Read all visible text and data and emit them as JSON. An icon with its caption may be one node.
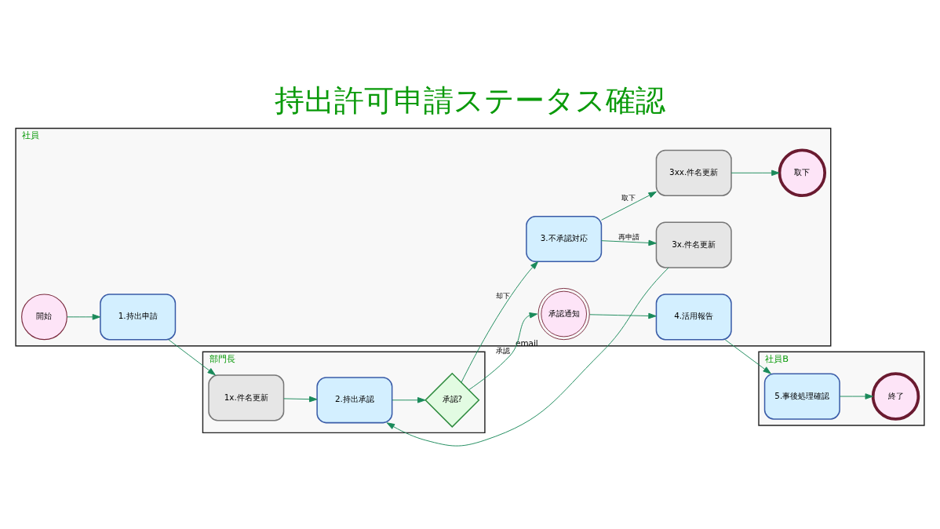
{
  "diagram": {
    "title": "持出許可申請ステータス確認",
    "nodes": [
      {
        "text": [
          "社員"
        ]
      },
      {
        "text": [
          "部門長"
        ]
      },
      {
        "text": [
          "社員B"
        ]
      },
      {
        "text": [
          "開始"
        ],
        "in": 0
      },
      {
        "text": [
          "1.持出申請"
        ],
        "in": 0
      },
      {
        "text": [
          "3x.件名更新"
        ],
        "in": 0
      },
      {
        "text": [
          "3.不承認対応"
        ],
        "in": 0
      },
      {
        "text": [
          "3xx.件名更新"
        ],
        "in": 0
      },
      {
        "text": [
          "取下"
        ],
        "in": 0
      },
      {
        "text": [
          "承認通知"
        ],
        "in": 0,
        "beside": [
          "email"
        ]
      },
      {
        "text": [
          "4.活用報告"
        ],
        "in": 0
      },
      {
        "text": [
          "1x.件名更新"
        ],
        "in": 1
      },
      {
        "text": [
          "2.持出承認"
        ],
        "in": 1
      },
      {
        "text": [
          "承認?"
        ],
        "in": 1
      },
      {
        "text": [
          "5.事後処理確認"
        ],
        "in": 2
      },
      {
        "text": [
          "終了"
        ],
        "in": 2
      }
    ],
    "edges": [
      {
        "from": 3,
        "to": 4,
        "arrow": "to"
      },
      {
        "from": 4,
        "to": 11,
        "arrow": "to"
      },
      {
        "from": 11,
        "to": 12,
        "arrow": "to"
      },
      {
        "from": 5,
        "to": 12,
        "arrow": "to"
      },
      {
        "from": 12,
        "to": 13,
        "arrow": "to"
      },
      {
        "from": 13,
        "to": 6,
        "label": "却下",
        "arrow": "to"
      },
      {
        "from": 6,
        "to": 5,
        "label": "再申請",
        "arrow": "to"
      },
      {
        "from": 6,
        "to": 7,
        "label": "取下",
        "arrow": "to"
      },
      {
        "from": 7,
        "to": 8,
        "arrow": "to"
      },
      {
        "from": 13,
        "to": 9,
        "label": "承認",
        "arrow": "to"
      },
      {
        "from": 9,
        "to": 10,
        "arrow": "to"
      },
      {
        "from": 10,
        "to": 14,
        "arrow": "to"
      },
      {
        "from": 14,
        "to": 15,
        "arrow": "to"
      }
    ]
  }
}
